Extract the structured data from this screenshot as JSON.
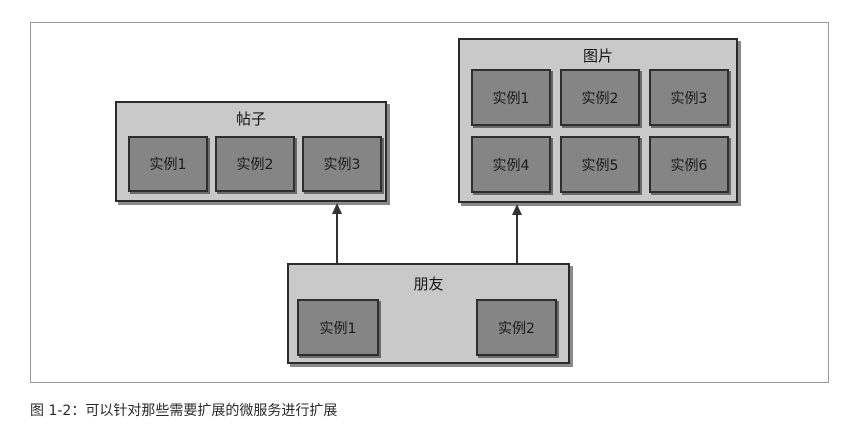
{
  "services": {
    "posts": {
      "title": "帖子",
      "instances": [
        "实例1",
        "实例2",
        "实例3"
      ]
    },
    "photos": {
      "title": "图片",
      "instances": [
        "实例1",
        "实例2",
        "实例3",
        "实例4",
        "实例5",
        "实例6"
      ]
    },
    "friends": {
      "title": "朋友",
      "instances": [
        "实例1",
        "实例2"
      ]
    }
  },
  "caption": "图 1-2：可以针对那些需要扩展的微服务进行扩展",
  "colors": {
    "service_fill": "#c9c9c9",
    "instance_fill": "#858585",
    "border": "#2b2b2b",
    "arrow": "#333333"
  }
}
